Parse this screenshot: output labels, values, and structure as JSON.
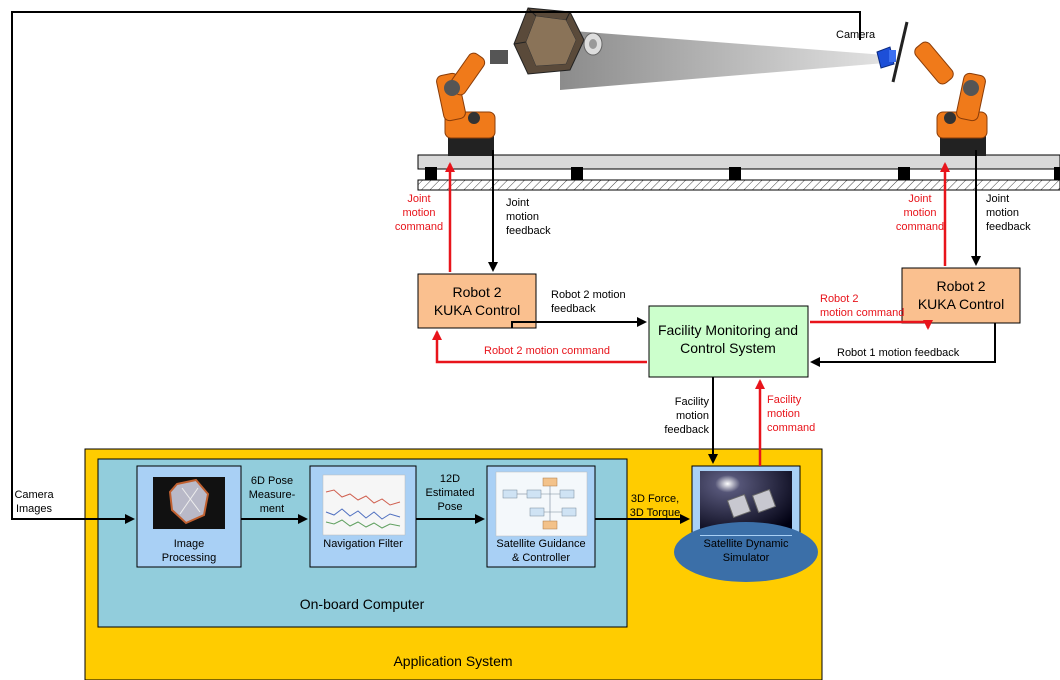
{
  "camera_label": "Camera",
  "robot_left_box": {
    "line1": "Robot 2",
    "line2": "KUKA Control"
  },
  "robot_right_box": {
    "line1": "Robot 2",
    "line2": "KUKA Control"
  },
  "facility_box": {
    "line1": "Facility Monitoring and",
    "line2": "Control System"
  },
  "left_cmd": {
    "l1": "Joint",
    "l2": "motion",
    "l3": "command"
  },
  "left_fb": {
    "l1": "Joint",
    "l2": "motion",
    "l3": "feedback"
  },
  "right_cmd": {
    "l1": "Joint",
    "l2": "motion",
    "l3": "command"
  },
  "right_fb": {
    "l1": "Joint",
    "l2": "motion",
    "l3": "feedback"
  },
  "robot2_feedback": {
    "l1": "Robot 2 motion",
    "l2": "feedback"
  },
  "robot2_command_right": {
    "l1": "Robot 2",
    "l2": "motion command"
  },
  "robot2_command_left": "Robot 2 motion command",
  "robot1_feedback": "Robot 1 motion feedback",
  "facility_feedback": {
    "l1": "Facility",
    "l2": "motion",
    "l3": "feedback"
  },
  "facility_command": {
    "l1": "Facility",
    "l2": "motion",
    "l3": "command"
  },
  "camera_images": {
    "l1": "Camera",
    "l2": "Images"
  },
  "pose_measurement": {
    "l1": "6D Pose",
    "l2": "Measure-",
    "l3": "ment"
  },
  "estimated_pose": {
    "l1": "12D",
    "l2": "Estimated",
    "l3": "Pose"
  },
  "force_torque": {
    "l1": "3D Force,",
    "l2": "3D Torque"
  },
  "image_processing": {
    "l1": "Image",
    "l2": "Processing"
  },
  "navigation_filter": "Navigation Filter",
  "guidance": {
    "l1": "Satellite Guidance",
    "l2": "& Controller"
  },
  "simulator": {
    "l1": "Satellite Dynamic",
    "l2": "Simulator"
  },
  "onboard_label": "On-board Computer",
  "application_label": "Application System",
  "colors": {
    "application_bg": "#ffcc00",
    "onboard_bg": "#92cddc",
    "module_bg": "#a9d0f5",
    "robot_box_bg": "#fac08f",
    "facility_bg": "#ccffcc",
    "arrow_black": "#000000",
    "arrow_red": "#e8141b",
    "robot_orange": "#f07a1a"
  }
}
